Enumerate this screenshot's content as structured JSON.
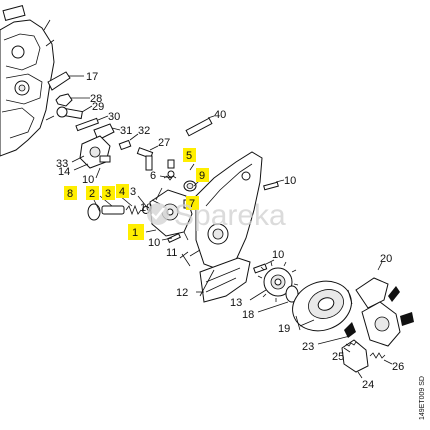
{
  "diagram": {
    "watermark": "Spareka",
    "reference": "149ET009 SD",
    "callouts": [
      {
        "id": "17",
        "highlighted": false
      },
      {
        "id": "28",
        "highlighted": false
      },
      {
        "id": "29",
        "highlighted": false
      },
      {
        "id": "30",
        "highlighted": false
      },
      {
        "id": "31",
        "highlighted": false
      },
      {
        "id": "32",
        "highlighted": false
      },
      {
        "id": "27",
        "highlighted": false
      },
      {
        "id": "40",
        "highlighted": false
      },
      {
        "id": "33",
        "highlighted": false
      },
      {
        "id": "14",
        "highlighted": false
      },
      {
        "id": "10a",
        "label": "10",
        "highlighted": false
      },
      {
        "id": "5",
        "highlighted": true
      },
      {
        "id": "6",
        "highlighted": false
      },
      {
        "id": "9",
        "highlighted": true
      },
      {
        "id": "7",
        "highlighted": true
      },
      {
        "id": "8",
        "highlighted": true
      },
      {
        "id": "2",
        "highlighted": true
      },
      {
        "id": "3a",
        "label": "3",
        "highlighted": true
      },
      {
        "id": "4",
        "highlighted": true
      },
      {
        "id": "3b",
        "label": "3",
        "highlighted": false
      },
      {
        "id": "10b",
        "label": "10",
        "highlighted": false
      },
      {
        "id": "1",
        "highlighted": true
      },
      {
        "id": "10c",
        "label": "10",
        "highlighted": false
      },
      {
        "id": "11",
        "highlighted": false
      },
      {
        "id": "10d",
        "label": "10",
        "highlighted": false
      },
      {
        "id": "12",
        "highlighted": false
      },
      {
        "id": "13",
        "highlighted": false
      },
      {
        "id": "18",
        "highlighted": false
      },
      {
        "id": "19",
        "highlighted": false
      },
      {
        "id": "20",
        "highlighted": false
      },
      {
        "id": "23",
        "highlighted": false
      },
      {
        "id": "25",
        "highlighted": false
      },
      {
        "id": "26",
        "highlighted": false
      },
      {
        "id": "24",
        "highlighted": false
      }
    ]
  }
}
